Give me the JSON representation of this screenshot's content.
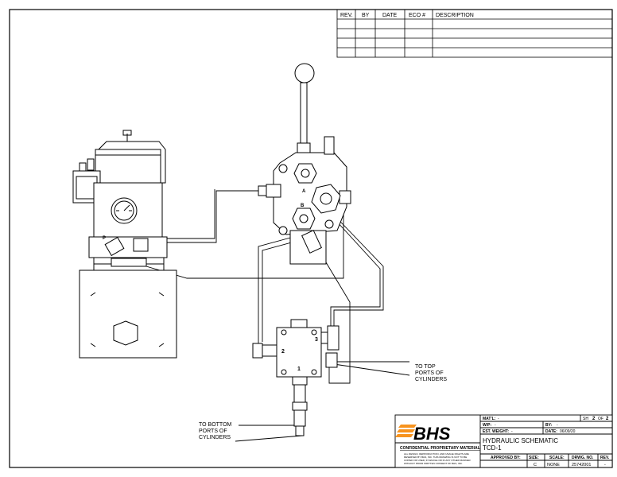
{
  "revision_table": {
    "headers": [
      "REV.",
      "BY",
      "DATE",
      "ECO #",
      "DESCRIPTION"
    ]
  },
  "port_labels": {
    "a": "A",
    "b": "B",
    "p": "P",
    "cv_1": "1",
    "cv_2": "2",
    "cv_3": "3"
  },
  "notes": {
    "top_ports": [
      "TO TOP",
      "PORTS OF",
      "CYLINDERS"
    ],
    "bottom_ports": [
      "TO BOTTOM",
      "PORTS OF",
      "CYLINDERS"
    ]
  },
  "title_block": {
    "logo_text": "BHS",
    "confidential": "CONFIDENTIAL PROPRIETARY MATERIAL",
    "legal_lines": [
      "ALL DESIGN, REPRODUCTION, AND USAGE RIGHTS ARE",
      "RESERVED BY BHS, INC. THIS DRAWING IS NOT TO BE",
      "COPIED OR USED, IN WHOLE OR IN ANY OTHER MANNER",
      "WITHOUT PRIOR WRITTEN CONSENT OF BHS, INC."
    ],
    "matl_label": "MAT'L:",
    "matl_value": "-",
    "sheet_label_sh": "SH",
    "sheet_num": "2",
    "sheet_of": "OF",
    "sheet_total": "2",
    "wp_label": "W/P:",
    "wp_value": "-",
    "by_label": "BY:",
    "by_value": "-",
    "weight_label": "EST. WEIGHT:",
    "weight_value": "-",
    "date_label": "DATE:",
    "date_value": "06/09/20",
    "title_line1": "HYDRAULIC SCHEMATIC",
    "title_line2": "TCD-1",
    "approved_label": "APPROVED BY:",
    "size_label": "SIZE:",
    "size_value": "C",
    "scale_label": "SCALE:",
    "scale_value": "NONE",
    "dwg_label": "DRWG. NO.",
    "dwg_value": "25742001",
    "rev_label": "REV.",
    "rev_value": "-"
  }
}
